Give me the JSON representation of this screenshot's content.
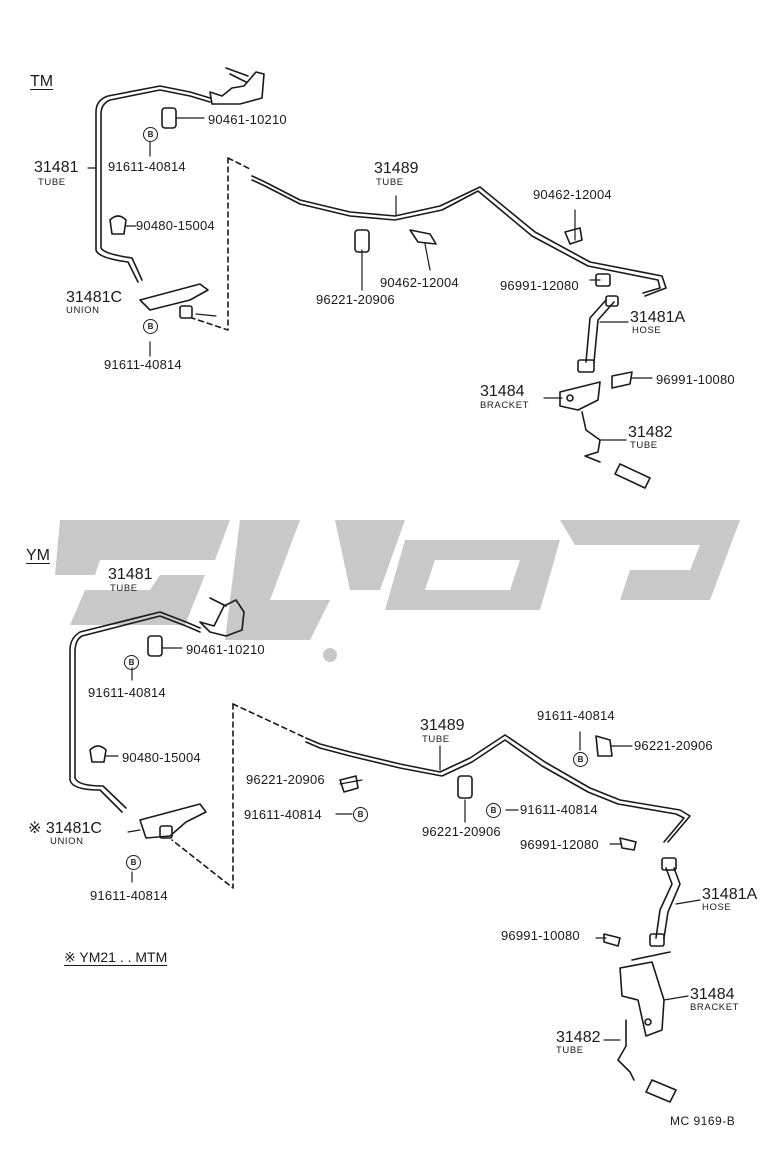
{
  "watermark": {
    "text": "کاپاکو",
    "color": "#c8c8c8"
  },
  "colors": {
    "ink": "#1a1a1a",
    "watermark": "#c8c8c8",
    "background": "#ffffff"
  },
  "sections": {
    "tm": {
      "title": "TM",
      "tube_31481": {
        "part": "31481",
        "desc": "TUBE"
      },
      "union_31481c": {
        "part": "31481C",
        "desc": "UNION"
      },
      "tube_31489": {
        "part": "31489",
        "desc": "TUBE"
      },
      "hose_31481a": {
        "part": "31481A",
        "desc": "HOSE"
      },
      "bracket_31484": {
        "part": "31484",
        "desc": "BRACKET"
      },
      "tube_31482": {
        "part": "31482",
        "desc": "TUBE"
      },
      "p_90461_10210": "90461-10210",
      "p_91611_40814_a": "91611-40814",
      "p_90480_15004": "90480-15004",
      "p_91611_40814_b": "91611-40814",
      "p_96221_20906": "96221-20906",
      "p_90462_12004_a": "90462-12004",
      "p_90462_12004_b": "90462-12004",
      "p_96991_12080": "96991-12080",
      "p_96991_10080": "96991-10080",
      "bolt_mark": "B"
    },
    "ym": {
      "title": "YM",
      "tube_31481": {
        "part": "31481",
        "desc": "TUBE"
      },
      "union_31481c": {
        "prefix": "※",
        "part": "31481C",
        "desc": "UNION"
      },
      "tube_31489": {
        "part": "31489",
        "desc": "TUBE"
      },
      "hose_31481a": {
        "part": "31481A",
        "desc": "HOSE"
      },
      "bracket_31484": {
        "part": "31484",
        "desc": "BRACKET"
      },
      "tube_31482": {
        "part": "31482",
        "desc": "TUBE"
      },
      "p_90461_10210": "90461-10210",
      "p_91611_40814_a": "91611-40814",
      "p_90480_15004": "90480-15004",
      "p_91611_40814_b": "91611-40814",
      "p_96221_20906_a": "96221-20906",
      "p_91611_40814_c": "91611-40814",
      "p_96221_20906_b": "96221-20906",
      "p_91611_40814_d": "91611-40814",
      "p_96221_20906_c": "96221-20906",
      "p_91611_40814_e": "91611-40814",
      "p_96991_12080": "96991-12080",
      "p_96991_10080": "96991-10080",
      "note": "※ YM21 . . MTM",
      "bolt_mark": "B"
    }
  },
  "footer": {
    "ref": "MC  9169-B"
  }
}
